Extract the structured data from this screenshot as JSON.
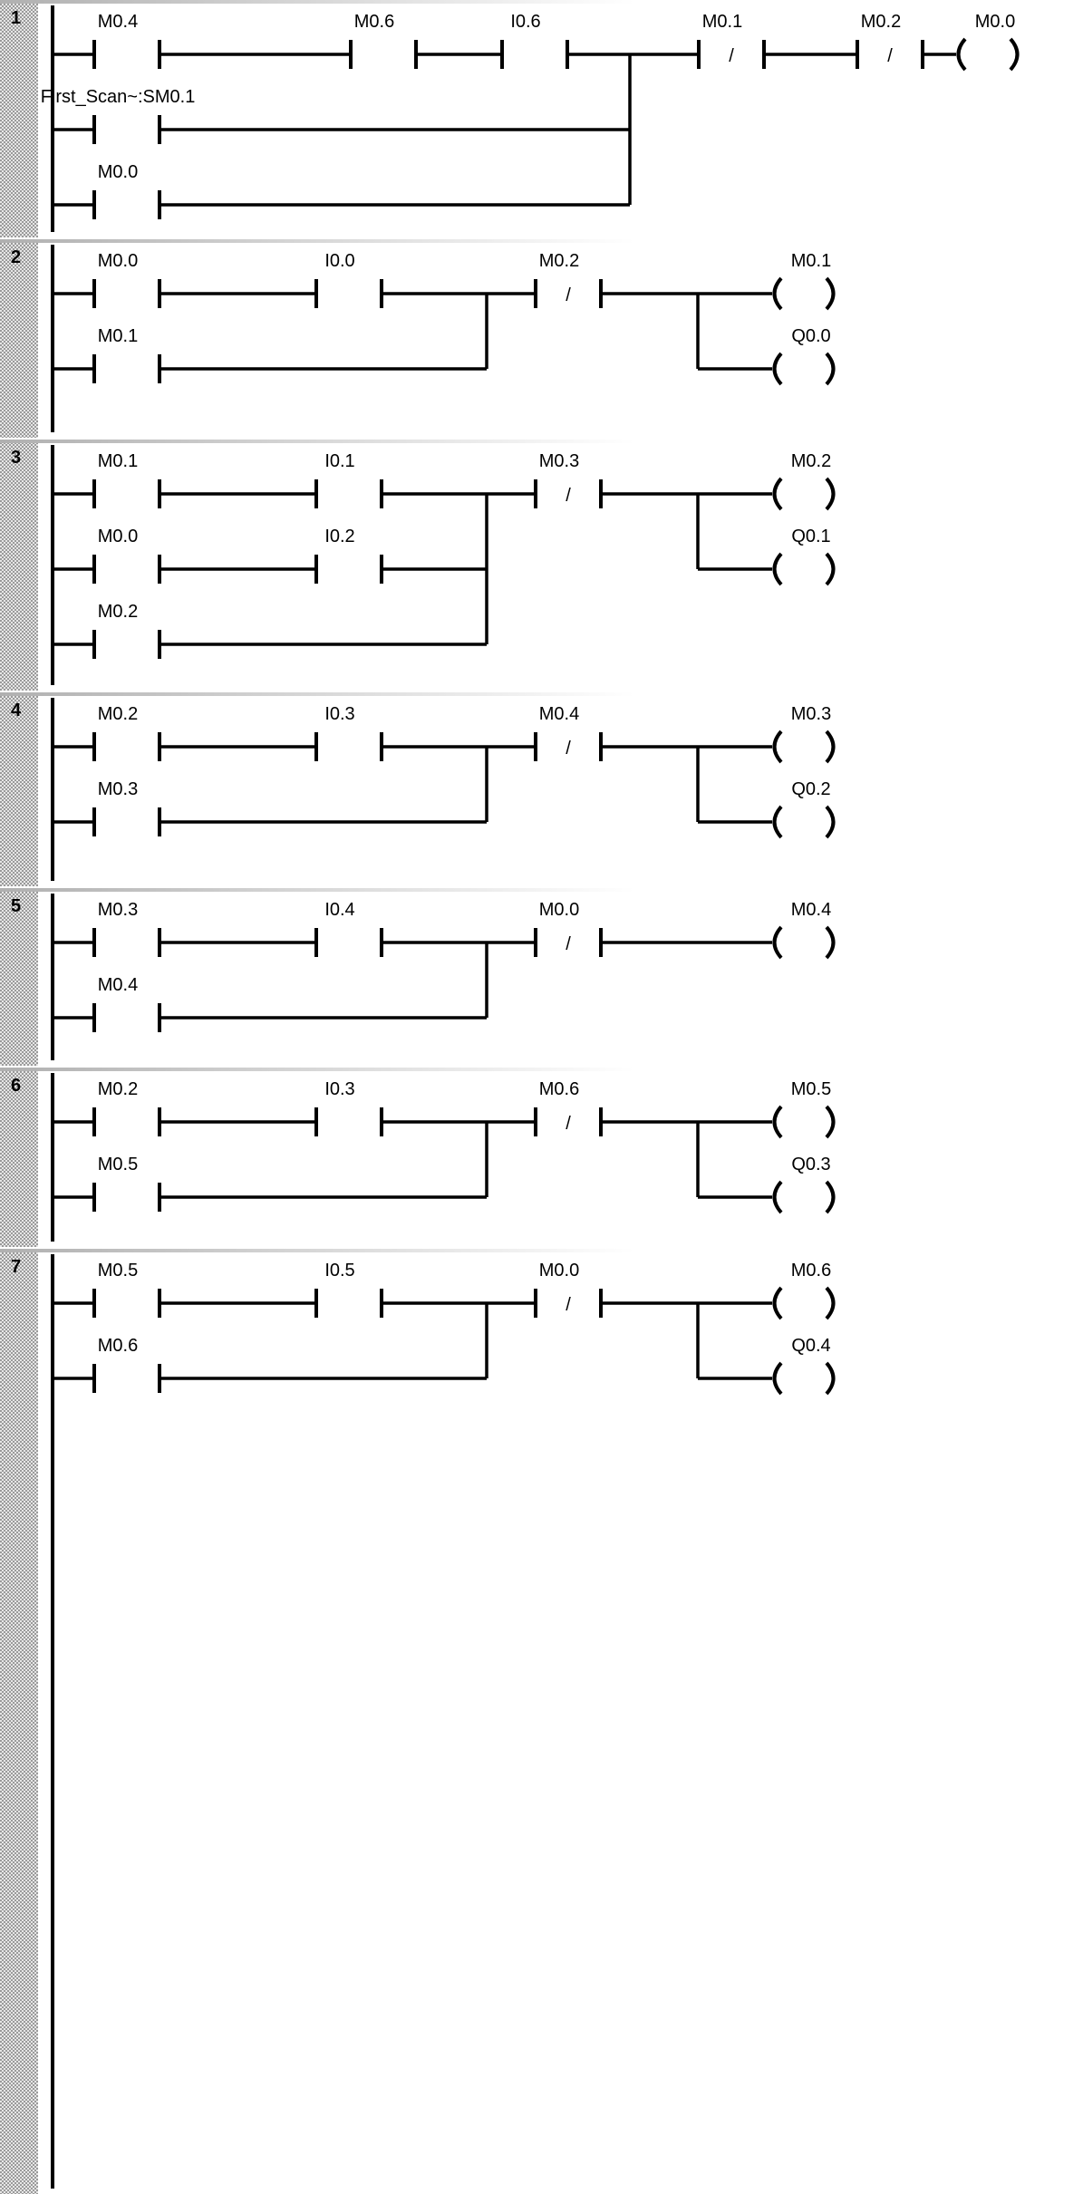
{
  "networks": [
    {
      "number": "1",
      "rows": [
        [
          {
            "kind": "NO",
            "label": "M0.4"
          },
          {
            "kind": "NO",
            "label": "M0.6"
          },
          {
            "kind": "NO",
            "label": "I0.6"
          }
        ],
        [
          {
            "kind": "NO",
            "label": "First_Scan~:SM0.1"
          }
        ],
        [
          {
            "kind": "NO",
            "label": "M0.0"
          }
        ]
      ],
      "series": [
        {
          "kind": "NC",
          "label": "M0.1"
        },
        {
          "kind": "NC",
          "label": "M0.2"
        }
      ],
      "coils": [
        "M0.0"
      ]
    },
    {
      "number": "2",
      "rows": [
        [
          {
            "kind": "NO",
            "label": "M0.0"
          },
          {
            "kind": "NO",
            "label": "I0.0"
          }
        ],
        [
          {
            "kind": "NO",
            "label": "M0.1"
          }
        ]
      ],
      "series": [
        {
          "kind": "NC",
          "label": "M0.2"
        }
      ],
      "coils": [
        "M0.1",
        "Q0.0"
      ]
    },
    {
      "number": "3",
      "rows": [
        [
          {
            "kind": "NO",
            "label": "M0.1"
          },
          {
            "kind": "NO",
            "label": "I0.1"
          }
        ],
        [
          {
            "kind": "NO",
            "label": "M0.0"
          },
          {
            "kind": "NO",
            "label": "I0.2"
          }
        ],
        [
          {
            "kind": "NO",
            "label": "M0.2"
          }
        ]
      ],
      "series": [
        {
          "kind": "NC",
          "label": "M0.3"
        }
      ],
      "coils": [
        "M0.2",
        "Q0.1"
      ]
    },
    {
      "number": "4",
      "rows": [
        [
          {
            "kind": "NO",
            "label": "M0.2"
          },
          {
            "kind": "NO",
            "label": "I0.3"
          }
        ],
        [
          {
            "kind": "NO",
            "label": "M0.3"
          }
        ]
      ],
      "series": [
        {
          "kind": "NC",
          "label": "M0.4"
        }
      ],
      "coils": [
        "M0.3",
        "Q0.2"
      ]
    },
    {
      "number": "5",
      "rows": [
        [
          {
            "kind": "NO",
            "label": "M0.3"
          },
          {
            "kind": "NO",
            "label": "I0.4"
          }
        ],
        [
          {
            "kind": "NO",
            "label": "M0.4"
          }
        ]
      ],
      "series": [
        {
          "kind": "NC",
          "label": "M0.0"
        }
      ],
      "coils": [
        "M0.4"
      ]
    },
    {
      "number": "6",
      "rows": [
        [
          {
            "kind": "NO",
            "label": "M0.2"
          },
          {
            "kind": "NO",
            "label": "I0.3"
          }
        ],
        [
          {
            "kind": "NO",
            "label": "M0.5"
          }
        ]
      ],
      "series": [
        {
          "kind": "NC",
          "label": "M0.6"
        }
      ],
      "coils": [
        "M0.5",
        "Q0.3"
      ]
    },
    {
      "number": "7",
      "rows": [
        [
          {
            "kind": "NO",
            "label": "M0.5"
          },
          {
            "kind": "NO",
            "label": "I0.5"
          }
        ],
        [
          {
            "kind": "NO",
            "label": "M0.6"
          }
        ]
      ],
      "series": [
        {
          "kind": "NC",
          "label": "M0.0"
        }
      ],
      "coils": [
        "M0.6",
        "Q0.4"
      ]
    }
  ]
}
